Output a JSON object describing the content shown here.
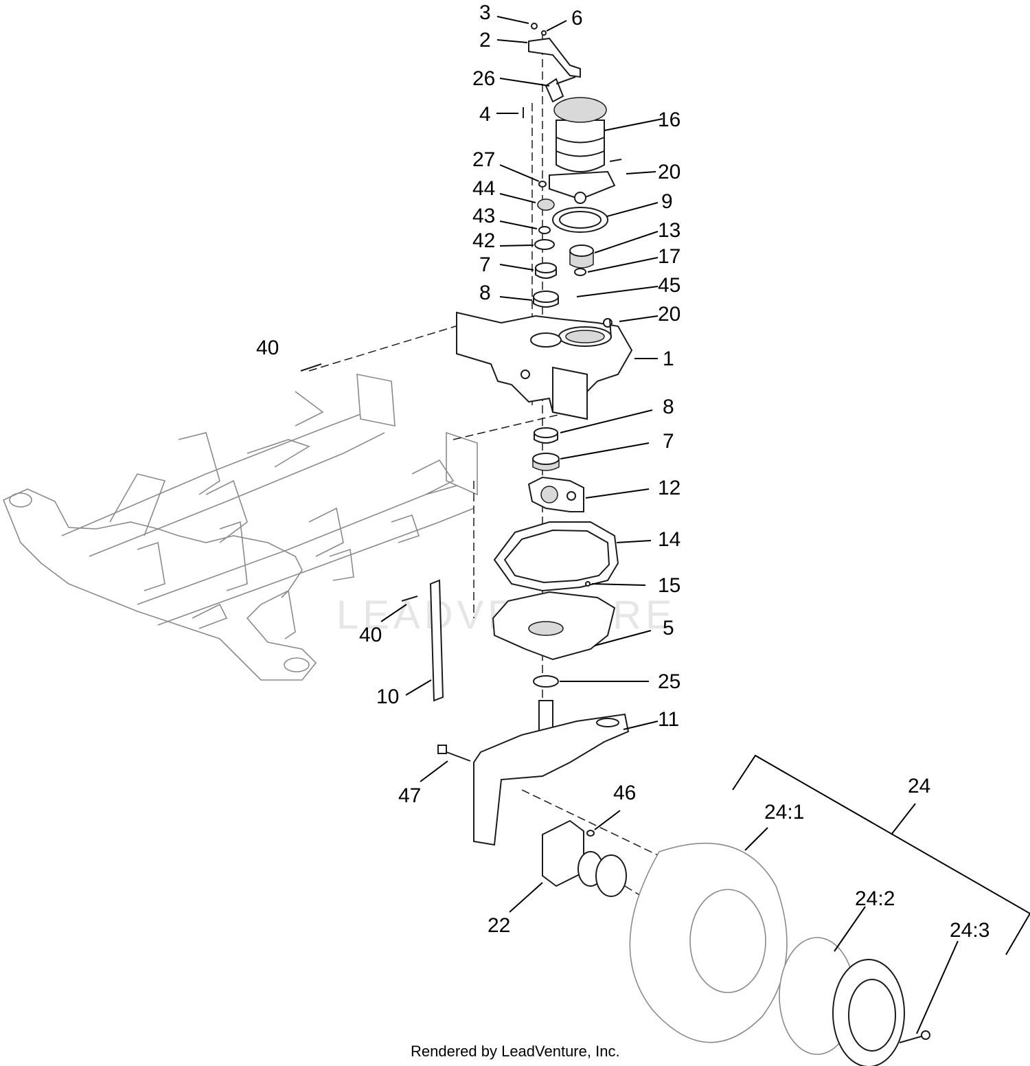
{
  "diagram": {
    "watermark": "LEADVENTURE",
    "footer": "Rendered by LeadVenture, Inc.",
    "callouts": {
      "c3": "3",
      "c6": "6",
      "c2": "2",
      "c26": "26",
      "c4": "4",
      "c16": "16",
      "c27": "27",
      "c20a": "20",
      "c44": "44",
      "c9": "9",
      "c43": "43",
      "c13": "13",
      "c42": "42",
      "c17": "17",
      "c7a": "7",
      "c45": "45",
      "c8a": "8",
      "c20b": "20",
      "c40a": "40",
      "c1": "1",
      "c8b": "8",
      "c7b": "7",
      "c12": "12",
      "c14": "14",
      "c15": "15",
      "c40b": "40",
      "c5": "5",
      "c25": "25",
      "c10": "10",
      "c11": "11",
      "c47": "47",
      "c24": "24",
      "c46": "46",
      "c24_1": "24:1",
      "c24_2": "24:2",
      "c24_3": "24:3",
      "c22": "22"
    }
  }
}
